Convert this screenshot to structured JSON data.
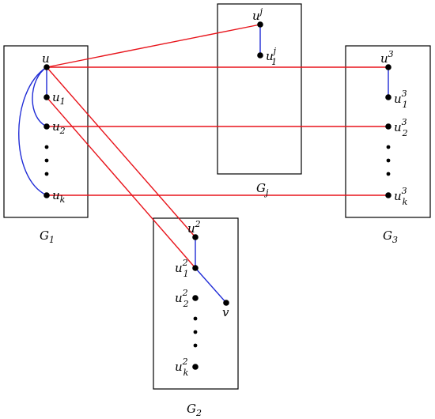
{
  "colors": {
    "red_edge": "#e8141b",
    "blue_edge": "#1f2bd6",
    "node": "#000000"
  },
  "graph_labels": {
    "g1": "G",
    "g1_sub": "1",
    "g2": "G",
    "g2_sub": "2",
    "g3": "G",
    "g3_sub": "3",
    "gj": "G",
    "gj_sub": "j"
  },
  "nodes": {
    "u": {
      "base": "u",
      "sub": "",
      "sup": ""
    },
    "u1": {
      "base": "u",
      "sub": "1",
      "sup": ""
    },
    "u2": {
      "base": "u",
      "sub": "2",
      "sup": ""
    },
    "uk": {
      "base": "u",
      "sub": "k",
      "sup": ""
    },
    "uj": {
      "base": "u",
      "sub": "",
      "sup": "j"
    },
    "uj1": {
      "base": "u",
      "sub": "1",
      "sup": "j"
    },
    "u3": {
      "base": "u",
      "sub": "",
      "sup": "3"
    },
    "u31": {
      "base": "u",
      "sub": "1",
      "sup": "3"
    },
    "u32": {
      "base": "u",
      "sub": "2",
      "sup": "3"
    },
    "u3k": {
      "base": "u",
      "sub": "k",
      "sup": "3"
    },
    "u2top": {
      "base": "u",
      "sub": "",
      "sup": "2"
    },
    "u21": {
      "base": "u",
      "sub": "1",
      "sup": "2"
    },
    "u22": {
      "base": "u",
      "sub": "2",
      "sup": "2"
    },
    "u2k": {
      "base": "u",
      "sub": "k",
      "sup": "2"
    },
    "v": {
      "base": "v",
      "sub": "",
      "sup": ""
    }
  }
}
